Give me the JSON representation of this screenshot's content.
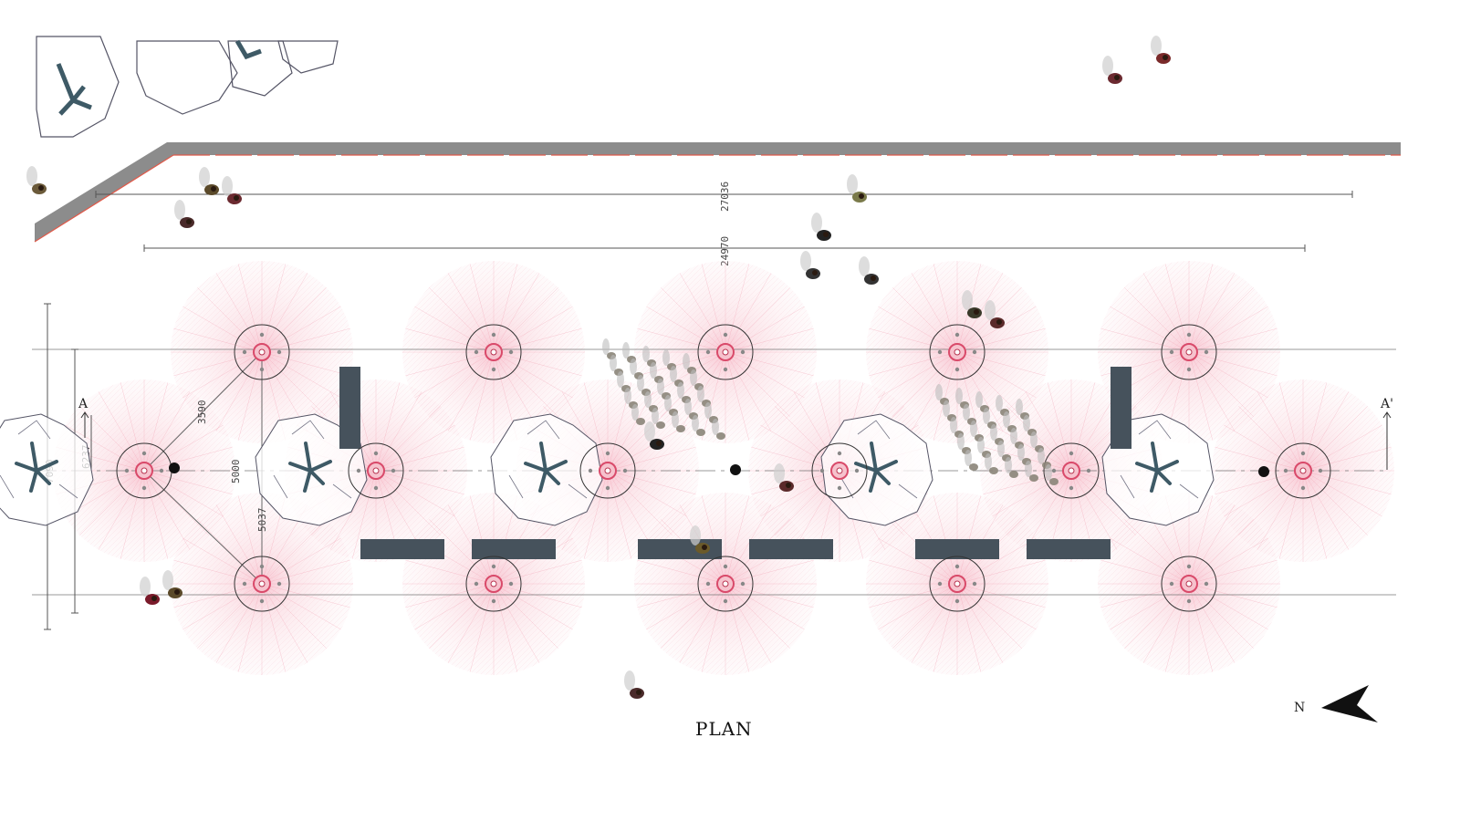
{
  "drawing": {
    "title": "PLAN",
    "section_start": "A",
    "section_end": "A'",
    "north_label": "N"
  },
  "dimensions": {
    "overall_outer": "27036",
    "overall_inner": "24970",
    "diagonal": "3590",
    "short_span": "5000",
    "lower_span": "5037",
    "width_inner": "6237",
    "width_outer": "7090"
  },
  "colors": {
    "wall": "#8c8c8c",
    "wall_edge": "#e05a4a",
    "glow": "#f3a9b6",
    "glow_core": "#d94a6a",
    "bench": "#46525c",
    "tree": "#3e5a66",
    "line": "#555555"
  },
  "icons": {
    "north_arrow": "north-arrow-icon"
  }
}
